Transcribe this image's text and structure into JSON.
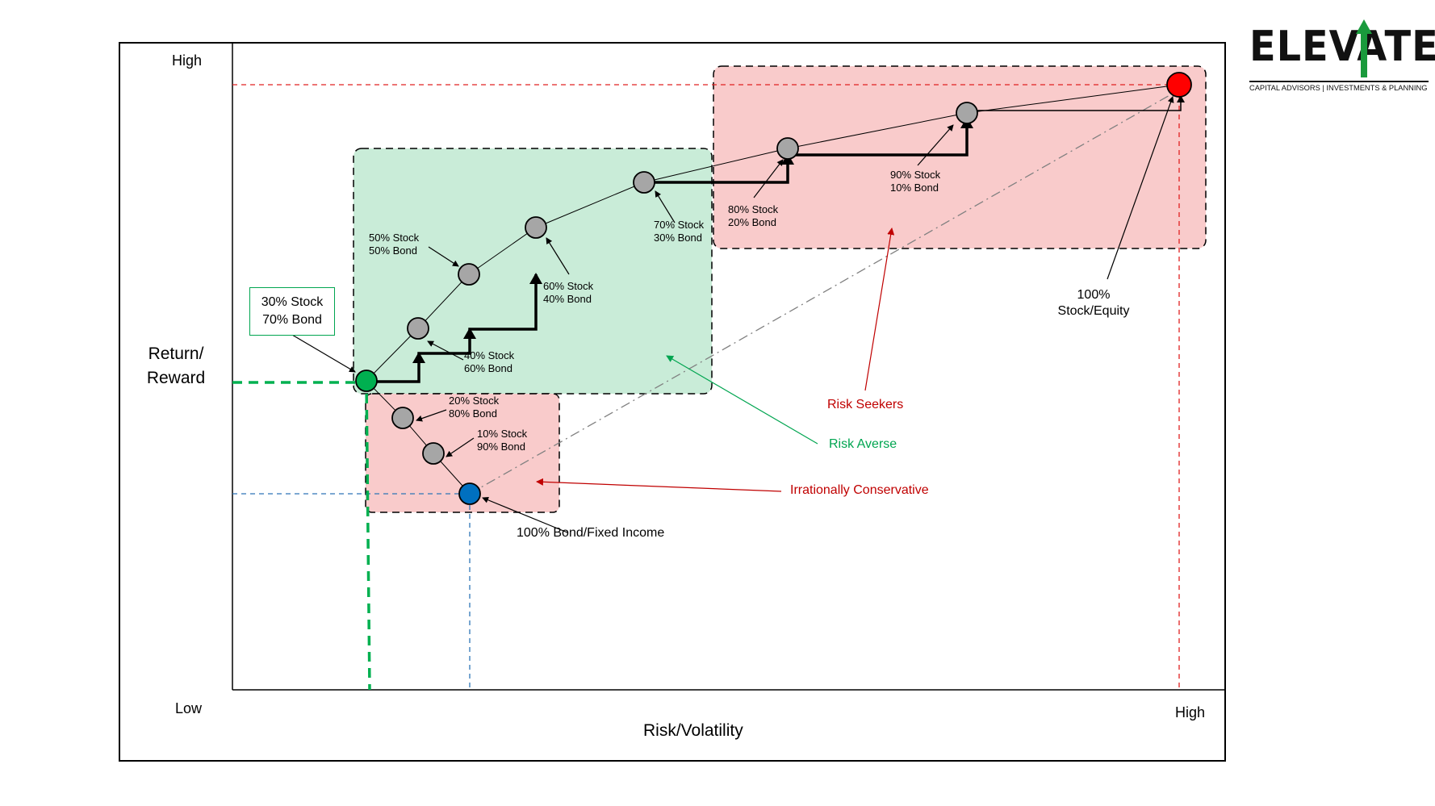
{
  "logo": {
    "word": "ELEVATE",
    "tagline": "CAPITAL ADVISORS | INVESTMENTS & PLANNING",
    "accent": "#1a9a3c"
  },
  "axes": {
    "y_label": "Return/\nReward",
    "x_label": "Risk/Volatility",
    "y_high": "High",
    "y_low": "Low",
    "x_high": "High"
  },
  "portfolios": [
    {
      "label": "100% Bond/Fixed Income",
      "color": "#0070c0"
    },
    {
      "label": "10% Stock\n90% Bond",
      "color": "#a6a6a6"
    },
    {
      "label": "20% Stock\n80% Bond",
      "color": "#a6a6a6"
    },
    {
      "label": "30% Stock\n70% Bond",
      "color": "#00b050"
    },
    {
      "label": "40% Stock\n60% Bond",
      "color": "#a6a6a6"
    },
    {
      "label": "50% Stock\n50% Bond",
      "color": "#a6a6a6"
    },
    {
      "label": "60% Stock\n40% Bond",
      "color": "#a6a6a6"
    },
    {
      "label": "70% Stock\n30% Bond",
      "color": "#a6a6a6"
    },
    {
      "label": "80% Stock\n20% Bond",
      "color": "#a6a6a6"
    },
    {
      "label": "90% Stock\n10% Bond",
      "color": "#a6a6a6"
    },
    {
      "label": "100%\nStock/Equity",
      "color": "#ff0000"
    }
  ],
  "zones": {
    "risk_seekers": {
      "label": "Risk Seekers",
      "fill": "#f9cbcb",
      "text_color": "#c00000"
    },
    "risk_averse": {
      "label": "Risk Averse",
      "fill": "#c9ecd8",
      "text_color": "#00a550"
    },
    "irrationally_conservative": {
      "label": "Irrationally Conservative",
      "fill": "#f9cbcb",
      "text_color": "#c00000"
    }
  },
  "guide_colors": {
    "red": "#e02020",
    "green": "#00b050",
    "blue": "#2e75b6",
    "trend": "#808080"
  }
}
